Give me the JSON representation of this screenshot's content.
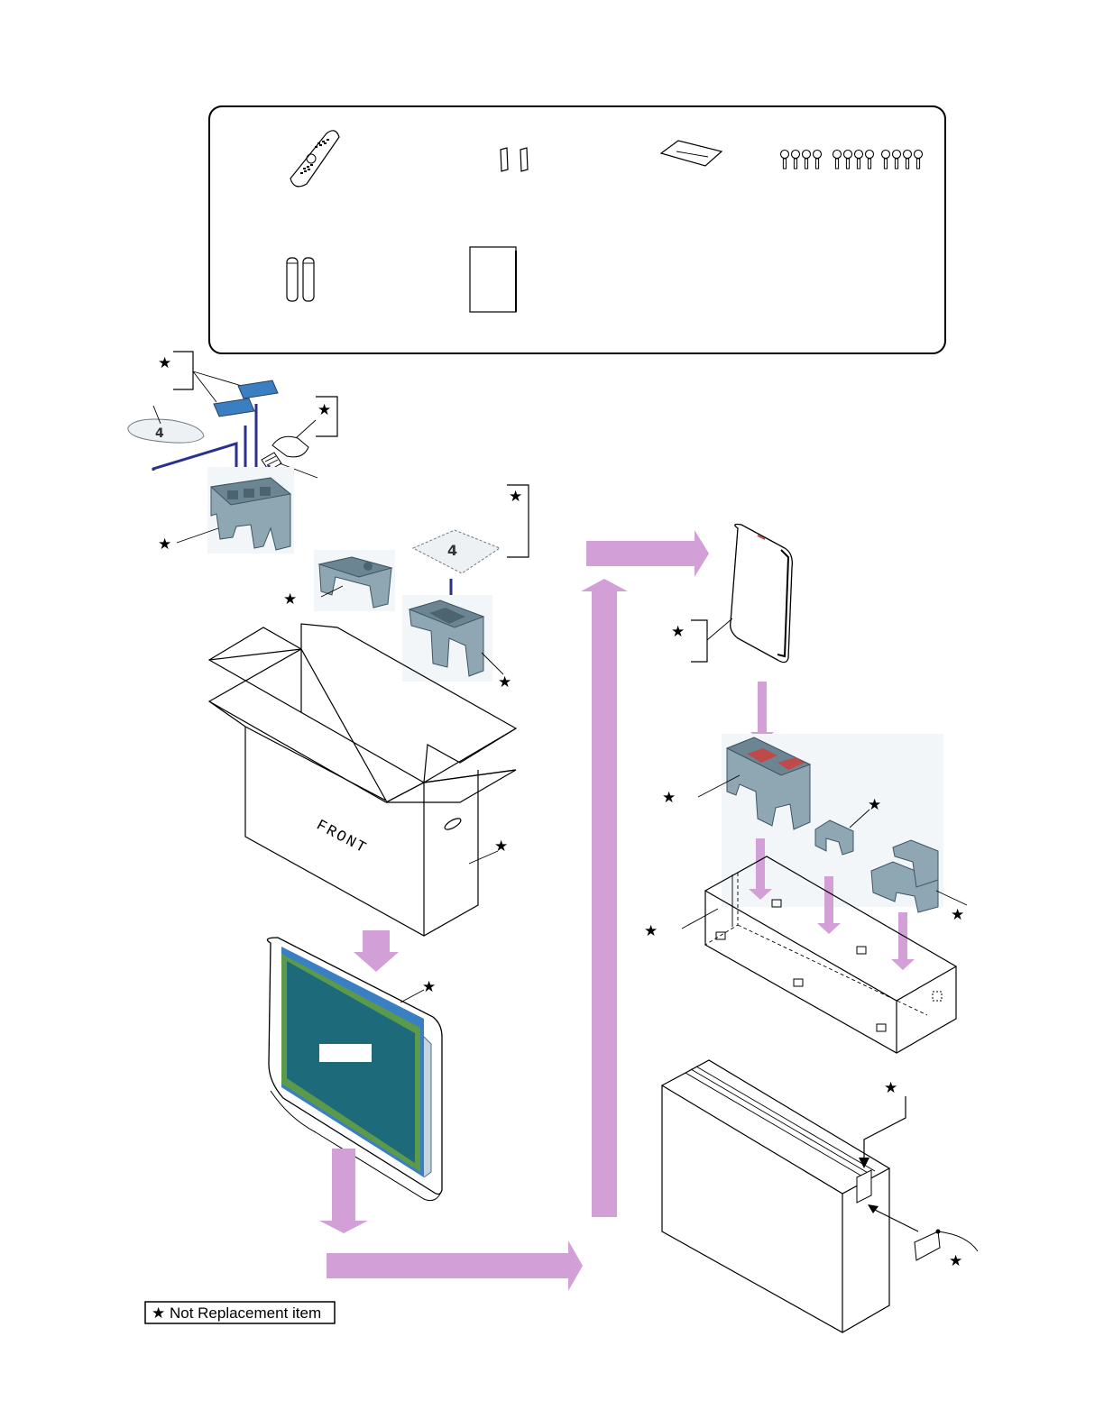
{
  "accessories_panel": {
    "items": [
      {
        "name": "remote-control",
        "icon": "remote-control-icon"
      },
      {
        "name": "cable-clamps",
        "icon": "clamp-icon"
      },
      {
        "name": "cable-tie",
        "icon": "cable-tie-icon"
      },
      {
        "name": "screws",
        "icon": "screw-set-icon"
      },
      {
        "name": "batteries",
        "icon": "battery-icon"
      },
      {
        "name": "instruction-book",
        "icon": "book-icon"
      }
    ]
  },
  "labels": {
    "star": "★",
    "box_front": "FRONT",
    "legend": "★ Not Replacement item"
  },
  "colors": {
    "flow_arrow": "#d29fd6",
    "assembly_arrow": "#2b2f8f",
    "foam": "#8fa7b3",
    "screen": "#1d6b7a",
    "screen_border": "#5b9a4a",
    "screen_top": "#3a7fc1"
  }
}
